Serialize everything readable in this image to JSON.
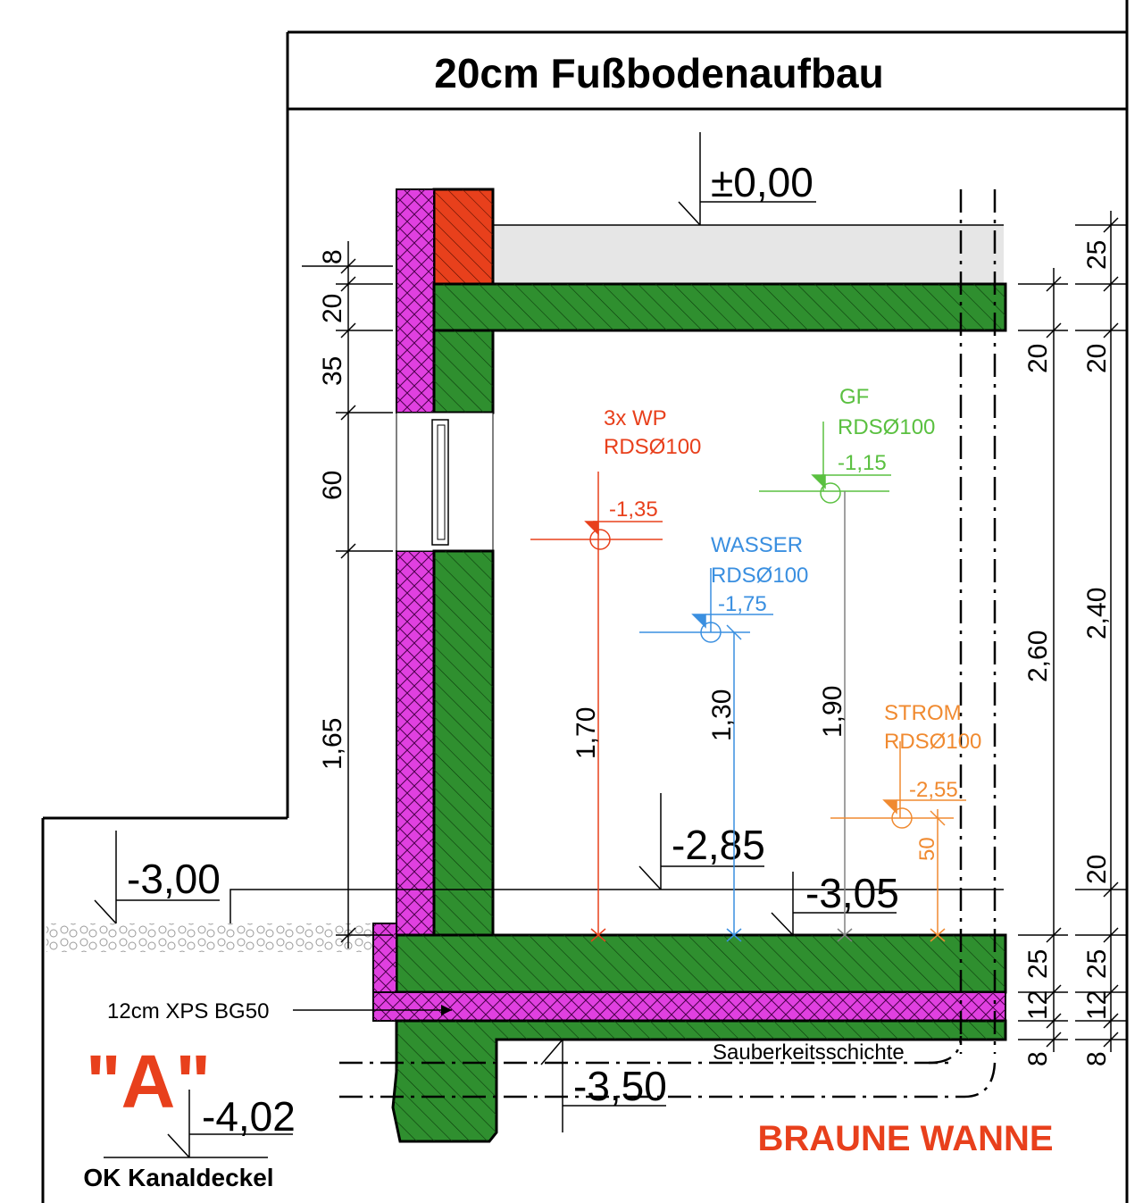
{
  "title": "20cm Fußbodenaufbau",
  "colors": {
    "concrete": "#2f8f2f",
    "insulation": "#e040e0",
    "brick": "#e8401c",
    "screed": "#e6e6e6",
    "gravel": "#e8e8e8",
    "red": "#e8401c",
    "blue": "#3a8fe0",
    "green": "#5ac040",
    "orange": "#f08a30",
    "gray": "#808080"
  },
  "levels": {
    "top": "±0,00",
    "m285": "-2,85",
    "m300": "-3,00",
    "m305": "-3,05",
    "m350": "-3,50",
    "m402": "-4,02"
  },
  "dims_left": [
    "8",
    "20",
    "35",
    "60",
    "1,65"
  ],
  "dims_right_inner": [
    "20",
    "2,60",
    "25",
    "12",
    "8"
  ],
  "dims_right_outer": [
    "25",
    "20",
    "2,40",
    "20",
    "25",
    "12",
    "8"
  ],
  "pipes": {
    "wp": {
      "line1": "3x WP",
      "line2": "RDSØ100",
      "level": "-1,35",
      "height": "1,70"
    },
    "gf": {
      "line1": "GF",
      "line2": "RDSØ100",
      "level": "-1,15",
      "height": "1,90"
    },
    "wasser": {
      "line1": "WASSER",
      "line2": "RDSØ100",
      "level": "-1,75",
      "height": "1,30"
    },
    "strom": {
      "line1": "STROM",
      "line2": "RDSØ100",
      "level": "-2,55",
      "height": "50"
    }
  },
  "labels": {
    "xps": "12cm XPS BG50",
    "sauberkeit": "Sauberkeitsschichte",
    "section_mark": "\"A\"",
    "kanal": "OK Kanaldeckel",
    "wanne": "BRAUNE WANNE"
  }
}
